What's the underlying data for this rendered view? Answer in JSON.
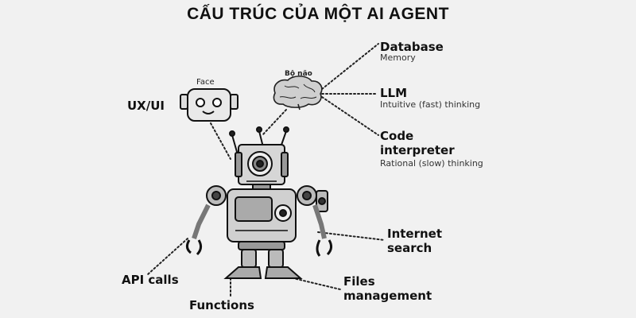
{
  "title": "CẤU TRÚC CỦA MỘT AI AGENT",
  "labels": {
    "face": "Face",
    "ux_ui": "UX/UI",
    "brain": "Bộ não",
    "database": "Database",
    "memory": "Memory",
    "llm": "LLM",
    "llm_sub": "Intuitive (fast) thinking",
    "code_1": "Code",
    "code_2": "interpreter",
    "code_sub": "Rational (slow) thinking",
    "internet_1": "Internet",
    "internet_2": "search",
    "api_calls": "API calls",
    "files_1": "Files",
    "files_2": "management",
    "functions": "Functions"
  },
  "colors": {
    "background": "#f1f1f1",
    "ink": "#111111"
  },
  "icons": [
    "face-robot-icon",
    "brain-icon",
    "robot-illustration"
  ]
}
